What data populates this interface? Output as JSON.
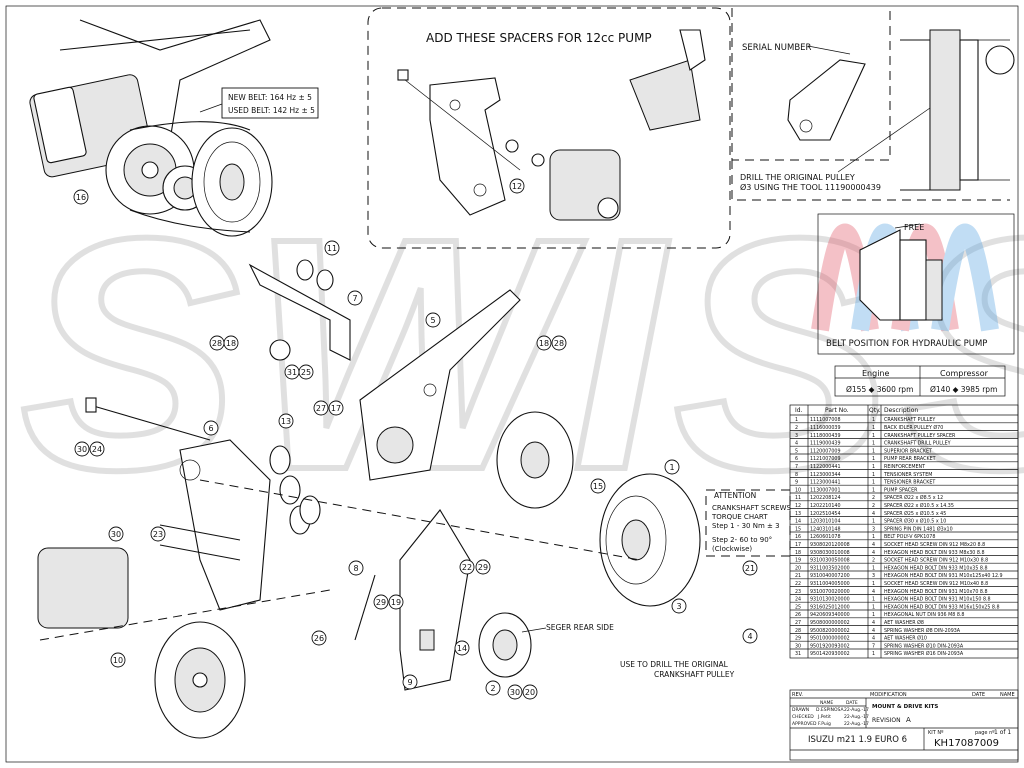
{
  "notes": {
    "add_spacers": "ADD THESE SPACERS FOR 12cc PUMP",
    "serial_number": "SERIAL NUMBER",
    "drill_pulley_1": "DRILL THE ORIGINAL PULLEY",
    "drill_pulley_2": "Ø3 USING THE TOOL 11190000439",
    "free": "FREE",
    "belt_position": "BELT POSITION FOR HYDRAULIC PUMP",
    "new_belt": "NEW BELT: 164 Hz ± 5",
    "used_belt": "USED BELT: 142 Hz ± 5",
    "seger": "SEGER REAR SIDE",
    "use_drill_1": "USE TO DRILL THE ORIGINAL",
    "use_drill_2": "CRANKSHAFT PULLEY",
    "attention": "ATTENTION",
    "torque_1": "CRANKSHAFT SCREWS",
    "torque_2": "TORQUE CHART",
    "torque_3": "Step 1 - 30 Nm ± 3",
    "torque_4": "Step 2- 60 to 90°",
    "torque_5": "(Clockwise)"
  },
  "watermark": "SWISS",
  "rpm_table": {
    "headers": [
      "Engine",
      "Compressor"
    ],
    "values": [
      "Ø155 ◆ 3600 rpm",
      "Ø140 ◆ 3985 rpm"
    ]
  },
  "parts_table": {
    "headers": [
      "Id.",
      "Part No.",
      "Qty.",
      "Description"
    ],
    "rows": [
      [
        "1",
        "1111007008",
        "1",
        "CRANKSHAFT PULLEY"
      ],
      [
        "2",
        "1116000039",
        "1",
        "BACK IDLER PULLEY Ø70"
      ],
      [
        "3",
        "1118000439",
        "1",
        "CRANKSHAFT PULLEY SPACER"
      ],
      [
        "4",
        "1119000439",
        "1",
        "CRANKSHAFT DRILL PULLEY"
      ],
      [
        "5",
        "1120007009",
        "1",
        "SUPERIOR BRACKET"
      ],
      [
        "6",
        "1121007009",
        "1",
        "PUMP REAR BRACKET"
      ],
      [
        "7",
        "1122000441",
        "1",
        "REINFORCEMENT"
      ],
      [
        "8",
        "1123000344",
        "1",
        "TENSIONER SYSTEM"
      ],
      [
        "9",
        "1123000441",
        "1",
        "TENSIONER BRACKET"
      ],
      [
        "10",
        "1130007001",
        "1",
        "PUMP SPACER"
      ],
      [
        "11",
        "1202208124",
        "2",
        "SPACER Ø22 x Ø8.5 x 12"
      ],
      [
        "12",
        "1202210140",
        "2",
        "SPACER Ø22 x Ø10.5 x 14.35"
      ],
      [
        "13",
        "1202510454",
        "4",
        "SPACER Ø25 x Ø10.5 x 45"
      ],
      [
        "14",
        "1203010104",
        "1",
        "SPACER Ø30 x Ø10.5 x 10"
      ],
      [
        "15",
        "1240310148",
        "3",
        "SPRING PIN DIN 1481 Ø3x10"
      ],
      [
        "16",
        "1260601078",
        "1",
        "BELT POLY-V 6PK1078"
      ],
      [
        "17",
        "9308020120008",
        "4",
        "SOCKET HEAD SCREW DIN 912 M8x20 8.8"
      ],
      [
        "18",
        "9308030010008",
        "4",
        "HEXAGON HEAD BOLT DIN 933 M8x30 8.8"
      ],
      [
        "19",
        "9310030050008",
        "2",
        "SOCKET HEAD SCREW DIN 912 M10x30 8.8"
      ],
      [
        "20",
        "9311003502000",
        "1",
        "HEXAGON HEAD BOLT DIN 933 M10x35 8.8"
      ],
      [
        "21",
        "9310040007200",
        "3",
        "HEXAGON HEAD BOLT DIN 931 M10x125x40 12.9"
      ],
      [
        "22",
        "9311004005000",
        "1",
        "SOCKET HEAD SCREW DIN 912 M10x40 8.8"
      ],
      [
        "23",
        "9310070020000",
        "4",
        "HEXAGON HEAD BOLT DIN 931 M10x70 8.8"
      ],
      [
        "24",
        "9310130020000",
        "1",
        "HEXAGON HEAD BOLT DIN 931 M10x150 8.8"
      ],
      [
        "25",
        "9316025012000",
        "1",
        "HEXAGON HEAD BOLT DIN 933 M16x150x25 8.8"
      ],
      [
        "26",
        "9420609340000",
        "1",
        "HEXAGONAL NUT DIN 936 M8 8.8"
      ],
      [
        "27",
        "9508000000002",
        "4",
        "AET WASHER Ø8"
      ],
      [
        "28",
        "9500820000002",
        "4",
        "SPRING WASHER Ø8 DIN-2093A"
      ],
      [
        "29",
        "9501000000002",
        "4",
        "AET WASHER Ø10"
      ],
      [
        "30",
        "9501920093002",
        "7",
        "SPRING WASHER Ø10 DIN-2093A"
      ],
      [
        "31",
        "9501420930002",
        "1",
        "SPRING WASHER Ø16 DIN-2093A"
      ]
    ]
  },
  "title_block": {
    "rev": "REV.",
    "modification": "MODIFICATION",
    "date": "DATE",
    "name": "NAME",
    "drawn": "DRAWN",
    "checked": "CHECKED",
    "approved": "APPROVED",
    "drawn_by": "D.ESPINOSA",
    "drawn_date": "22-Aug.-17",
    "checked_by": "J.Petit",
    "checked_date": "22-Aug.-17",
    "approved_by": "F.Puig",
    "approved_date": "22-Aug.-17",
    "name_col": "NAME",
    "date_col": "DATE",
    "title": "MOUNT & DRIVE KITS",
    "revision_label": "REVISION",
    "revision": "A",
    "model": "ISUZU m21 1.9 EURO 6",
    "kit_label": "KIT Nº",
    "page_label": "page nº",
    "page": "1 of 1",
    "kit_number": "KH17087009"
  },
  "labels": [
    "1",
    "2",
    "3",
    "4",
    "5",
    "6",
    "7",
    "8",
    "9",
    "10",
    "11",
    "12",
    "13",
    "14",
    "15",
    "16",
    "17",
    "18",
    "19",
    "20",
    "21",
    "22",
    "23",
    "24",
    "25",
    "26",
    "27",
    "28",
    "29",
    "30",
    "31"
  ]
}
